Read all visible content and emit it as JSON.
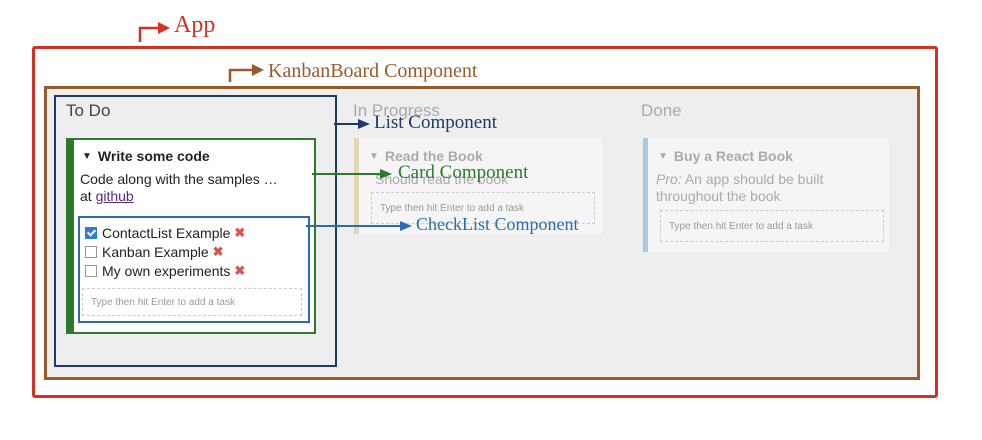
{
  "annotations": {
    "app": "App",
    "kanban": "KanbanBoard Component",
    "list": "List Component",
    "card": "Card Component",
    "checklist": "CheckList Component"
  },
  "columns": {
    "todo": {
      "title": "To Do",
      "card": {
        "title": "Write some code",
        "description_prefix": "Code along with the samples …",
        "description_at": "at",
        "link_text": "github",
        "tasks": [
          {
            "label": "ContactList Example",
            "done": true
          },
          {
            "label": "Kanban Example",
            "done": false
          },
          {
            "label": "My own experiments",
            "done": false
          }
        ],
        "task_placeholder": "Type then hit Enter to add a task"
      }
    },
    "in_progress": {
      "title": "In Progress",
      "card": {
        "title": "Read the Book",
        "description": "Should read the book",
        "task_placeholder": "Type then hit Enter to add a task"
      }
    },
    "done": {
      "title": "Done",
      "card": {
        "title": "Buy a React Book",
        "description_label": "Pro:",
        "description_line1": "An app should be built",
        "description_line2": "throughout the book",
        "task_placeholder": "Type then hit Enter to add a task"
      }
    }
  },
  "icons": {
    "caret": "caret-down-icon",
    "delete": "delete-x-icon",
    "arrow": "arrow-right-icon"
  },
  "colors": {
    "app": "#d62f24",
    "kanban": "#9b5a2a",
    "list": "#1d3a6b",
    "card": "#2d7a2c",
    "checklist": "#2b6cb0"
  }
}
